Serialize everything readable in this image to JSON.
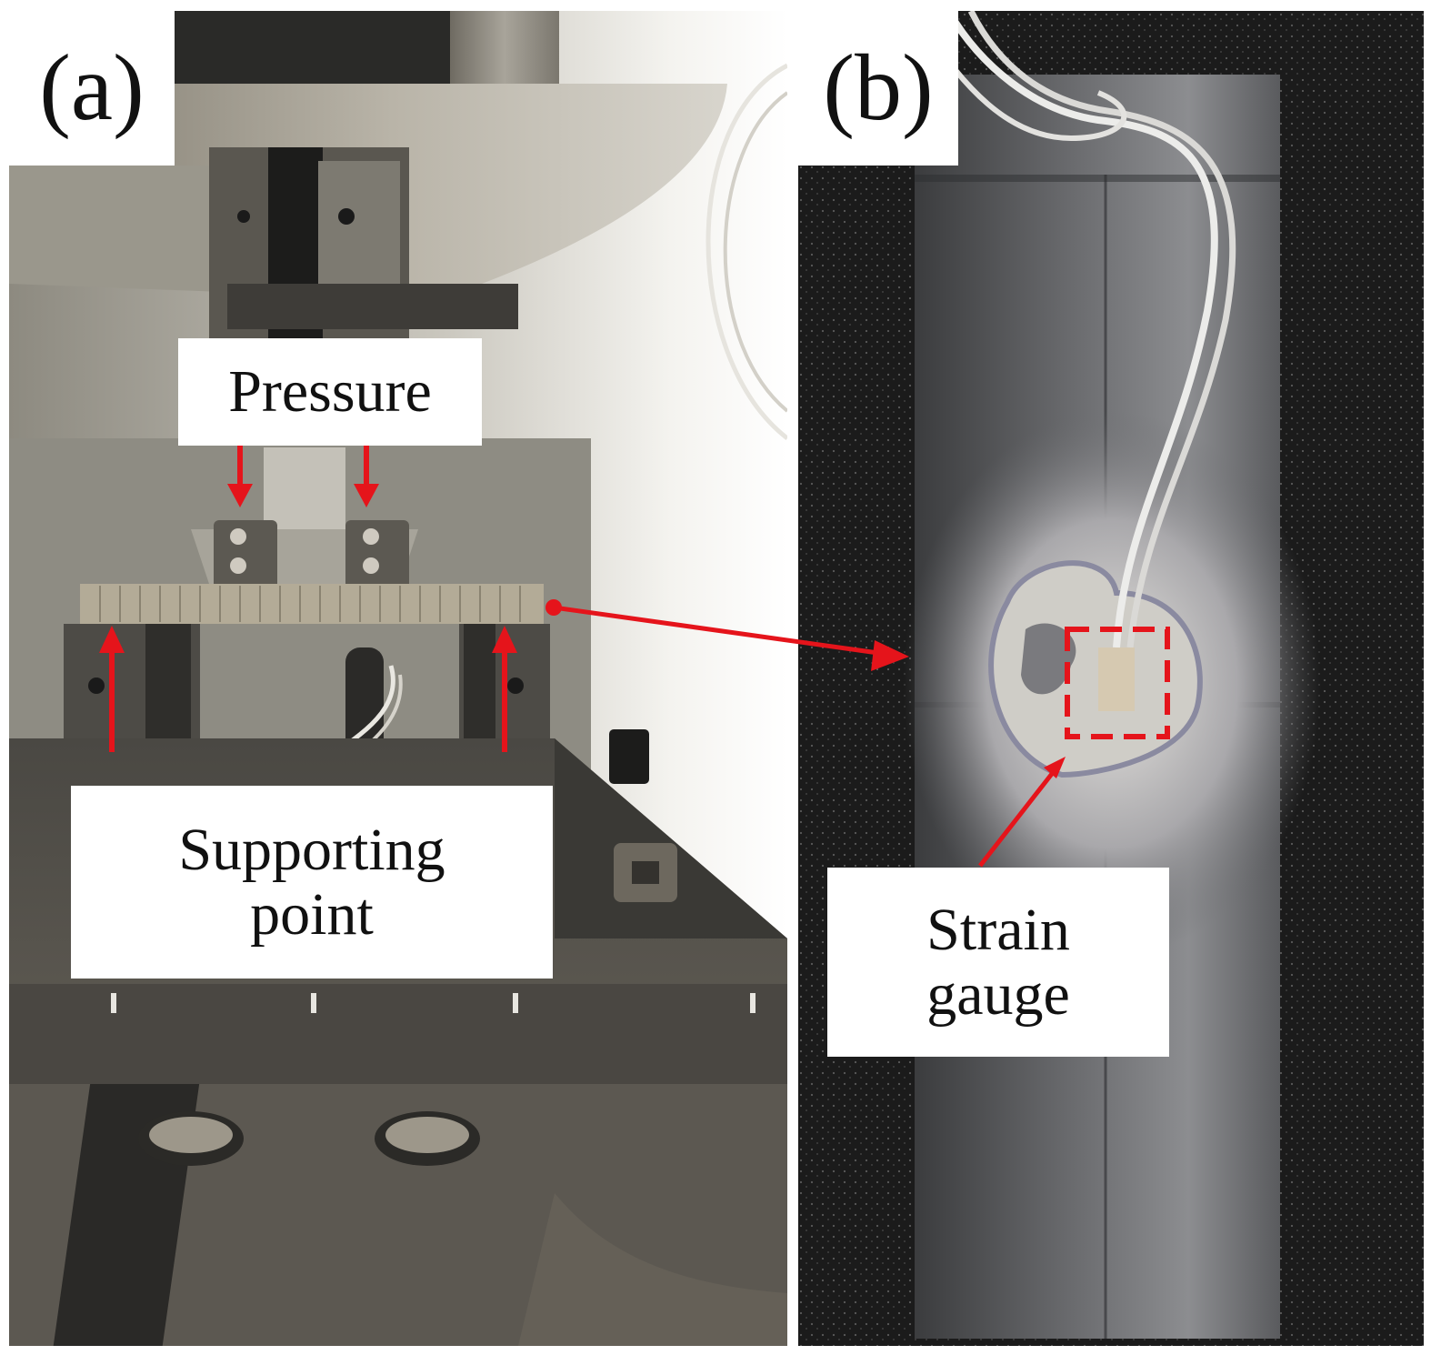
{
  "panels": {
    "a": {
      "label": "(a)",
      "pressure_label": "Pressure",
      "support_label_line1": "Supporting",
      "support_label_line2": "point"
    },
    "b": {
      "label": "(b)",
      "gauge_label_line1": "Strain",
      "gauge_label_line2": "gauge"
    }
  },
  "colors": {
    "annotation": "#e5141b",
    "background": "#ffffff",
    "photo_dark": "#1b1b1b"
  }
}
